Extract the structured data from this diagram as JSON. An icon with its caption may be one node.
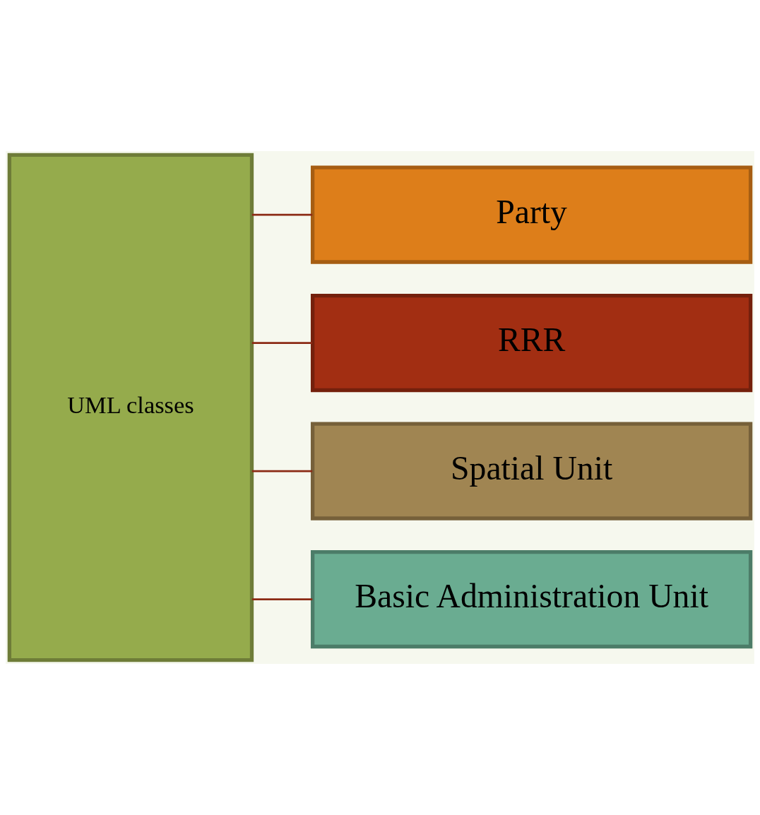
{
  "diagram": {
    "nodes": [
      {
        "text": [
          "UML classes"
        ]
      },
      {
        "text": [
          "Party"
        ]
      },
      {
        "text": [
          "RRR"
        ]
      },
      {
        "text": [
          "Spatial Unit"
        ]
      },
      {
        "text": [
          "Basic Administration Unit"
        ]
      }
    ],
    "edges": [
      {
        "from": 0,
        "to": 1,
        "arrow": "none"
      },
      {
        "from": 0,
        "to": 2,
        "arrow": "none"
      },
      {
        "from": 0,
        "to": 3,
        "arrow": "none"
      },
      {
        "from": 0,
        "to": 4,
        "arrow": "none"
      }
    ]
  }
}
